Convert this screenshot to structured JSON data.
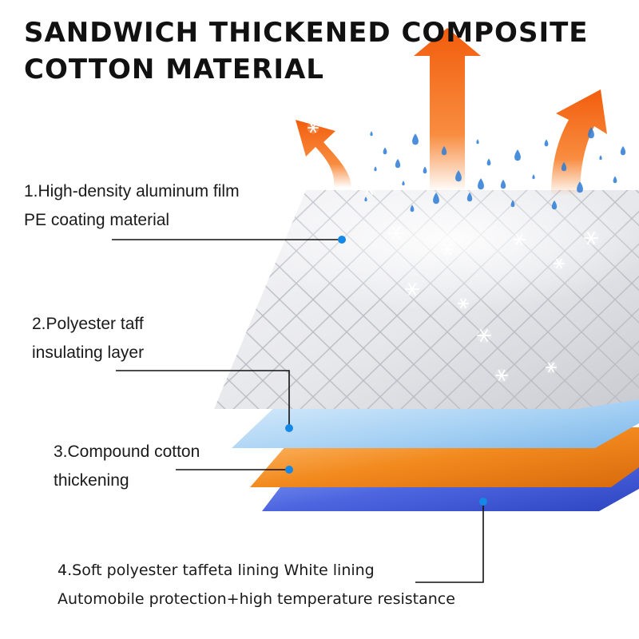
{
  "title": {
    "line1": "SANDWICH THICKENED COMPOSITE",
    "line2": "COTTON MATERIAL"
  },
  "layers": [
    {
      "line1": "1.High-density aluminum film",
      "line2": "PE coating material",
      "color": "#e9eaee"
    },
    {
      "line1": "2.Polyester taff",
      "line2": "insulating layer",
      "color": "#a8d2f4"
    },
    {
      "line1": "3.Compound cotton",
      "line2": "thickening",
      "color": "#f28a1e"
    },
    {
      "line1": "4.Soft polyester taffeta lining White lining",
      "line2": "Automobile protection+high temperature resistance",
      "color": "#3f58d6"
    }
  ],
  "colors": {
    "heat_arrow": "#f7781e",
    "water_drop": "#2b7bd6",
    "pointer_dot": "#1588e6",
    "leader_line": "#111111"
  },
  "icons": [
    "heat-arrow-icon",
    "water-drop-icon",
    "snowflake-icon"
  ]
}
